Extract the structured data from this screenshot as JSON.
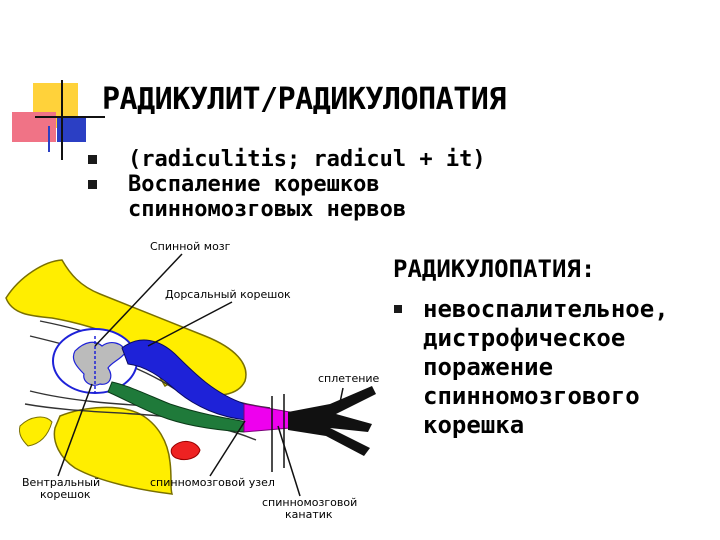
{
  "title": "РАДИКУЛИТ/РАДИКУЛОПАТИЯ",
  "bullets": [
    "(radiculitis; radicul + it)",
    "Воспаление корешков",
    "спинномозговых нервов"
  ],
  "right": {
    "heading": "РАДИКУЛОПАТИЯ:",
    "lines": [
      "невоспалительное,",
      "дистрофическое",
      "поражение",
      "спинномозгового",
      "корешка"
    ]
  },
  "diagram": {
    "labels": {
      "spinal_cord": "Спинной мозг",
      "dorsal_root": "Дорсальный корешок",
      "plexus": "сплетение",
      "ventral_root_1": "Вентральный",
      "ventral_root_2": "корешок",
      "ganglion": "спинномозговой узел",
      "nerve_1": "спинномозговой",
      "nerve_2": "канатик"
    }
  },
  "colors": {
    "bone": "#ffee00",
    "dorsal_root": "#1e22d8",
    "ventral_root": "#1f7a3a",
    "nerve_magenta": "#ee00ee",
    "deco_yellow": "#ffd23a",
    "deco_blue": "#2b3fc4",
    "deco_red": "#ee4b5e"
  }
}
